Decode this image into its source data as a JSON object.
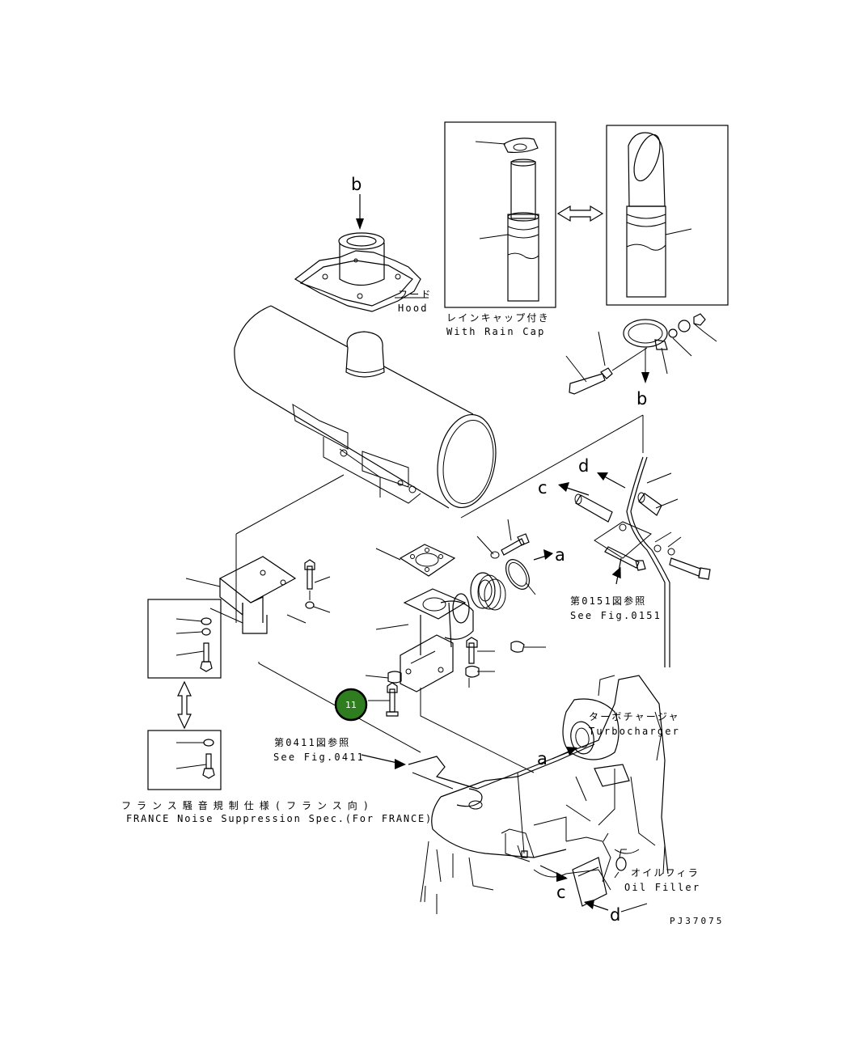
{
  "labels": {
    "hood_jp": "フード",
    "hood_en": "Hood",
    "raincap_jp": "レインキャップ付き",
    "raincap_en": "With Rain Cap",
    "fig0151_jp": "第0151図参照",
    "fig0151_en": "See Fig.0151",
    "turbo_jp": "ターボチャージャ",
    "turbo_en": "Turbocharger",
    "fig0411_jp": "第0411図参照",
    "fig0411_en": "See Fig.0411",
    "france_jp": "フランス騒音規制仕様(フランス向)",
    "france_en": "FRANCE Noise Suppression Spec.(For FRANCE)",
    "oilfiller_jp": "オイルフィラ",
    "oilfiller_en": "Oil Filler",
    "drawing_code": "PJ37075"
  },
  "refs": {
    "b_top": "b",
    "b_clamp": "b",
    "d_upper": "d",
    "c_upper": "c",
    "a_upper": "a",
    "a_turbo": "a",
    "c_lower": "c",
    "d_lower": "d"
  },
  "callout": {
    "number": "11",
    "color": "#2e7d1e"
  }
}
